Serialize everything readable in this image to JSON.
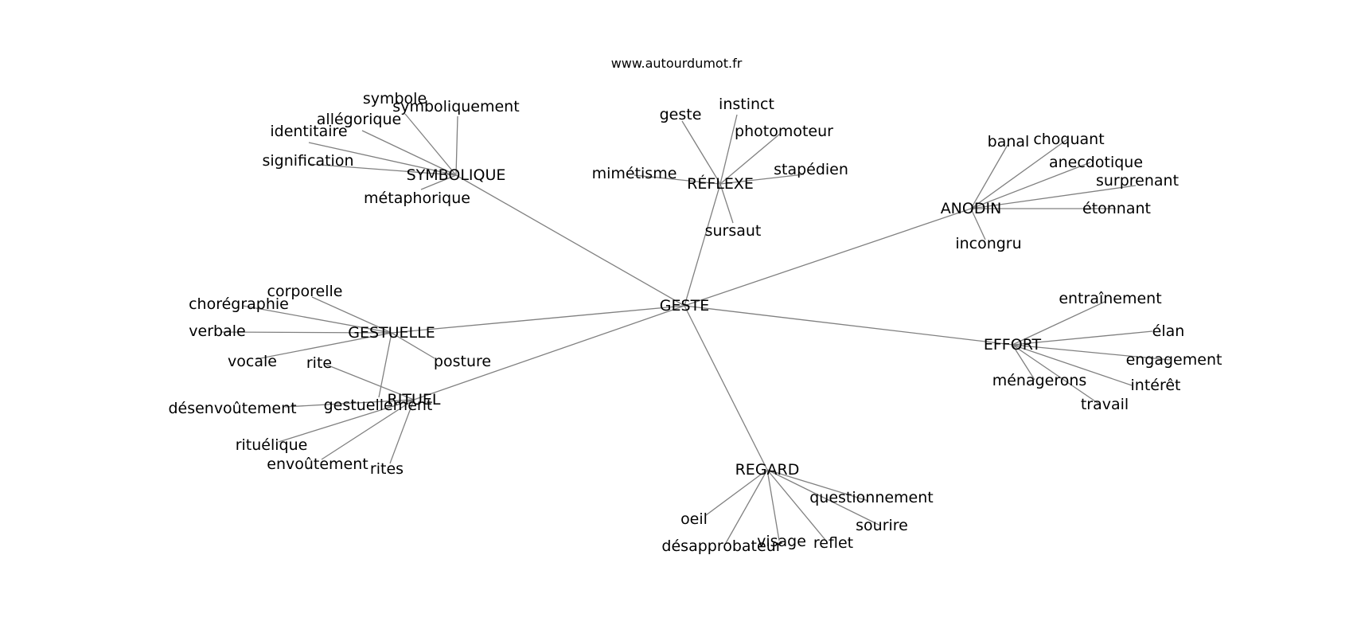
{
  "source": "www.autourdumot.fr",
  "graph": {
    "root": "GESTE",
    "hubs": [
      {
        "label": "SYMBOLIQUE",
        "leaves": [
          "symbole",
          "symboliquement",
          "allégorique",
          "identitaire",
          "signification",
          "métaphorique"
        ]
      },
      {
        "label": "RÉFLEXE",
        "leaves": [
          "geste",
          "instinct",
          "photomoteur",
          "mimétisme",
          "stapédien",
          "sursaut"
        ]
      },
      {
        "label": "ANODIN",
        "leaves": [
          "banal",
          "choquant",
          "anecdotique",
          "surprenant",
          "étonnant",
          "incongru"
        ]
      },
      {
        "label": "GESTUELLE",
        "leaves": [
          "corporelle",
          "chorégraphie",
          "verbale",
          "vocale",
          "posture",
          "gestuellement"
        ]
      },
      {
        "label": "RITUEL",
        "leaves": [
          "rite",
          "désenvoûtement",
          "rituélique",
          "envoûtement",
          "rites"
        ]
      },
      {
        "label": "EFFORT",
        "leaves": [
          "entraînement",
          "élan",
          "engagement",
          "intérêt",
          "ménagerons",
          "travail"
        ]
      },
      {
        "label": "REGARD",
        "leaves": [
          "questionnement",
          "sourire",
          "oeil",
          "désapprobateur",
          "visage",
          "reflet"
        ]
      }
    ]
  }
}
